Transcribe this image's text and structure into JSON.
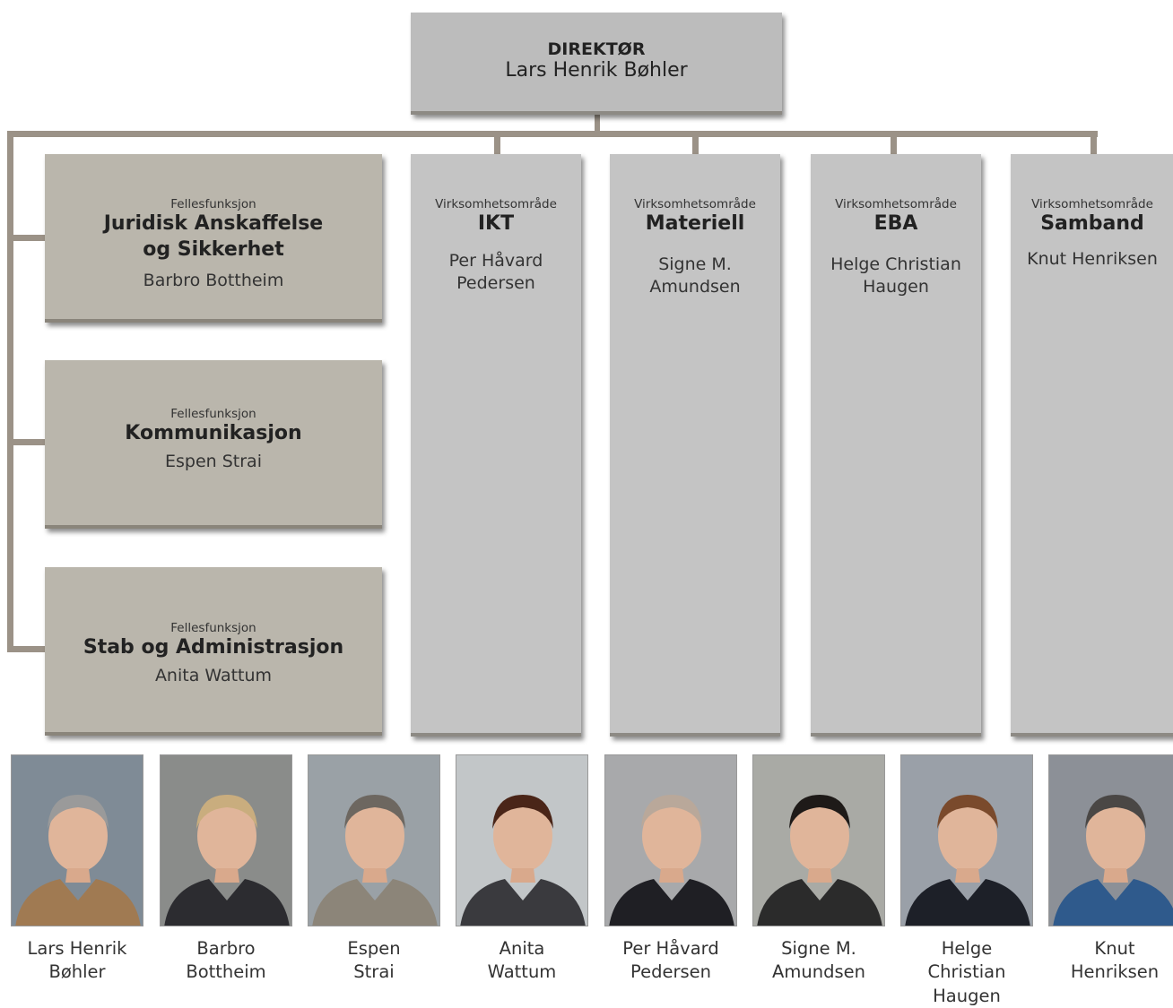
{
  "director": {
    "title": "DIREKTØR",
    "name": "Lars Henrik Bøhler"
  },
  "staff_units": [
    {
      "category": "Fellesfunksjon",
      "name": "Juridisk Anskaffelse og Sikkerhet",
      "leader": "Barbro Bottheim"
    },
    {
      "category": "Fellesfunksjon",
      "name": "Kommunikasjon",
      "leader": "Espen Strai"
    },
    {
      "category": "Fellesfunksjon",
      "name": "Stab og Administrasjon",
      "leader": "Anita Wattum"
    }
  ],
  "business_areas": [
    {
      "category": "Virksomhetsområde",
      "name": "IKT",
      "leader": "Per Håvard Pedersen"
    },
    {
      "category": "Virksomhetsområde",
      "name": "Materiell",
      "leader": "Signe M. Amundsen"
    },
    {
      "category": "Virksomhetsområde",
      "name": "EBA",
      "leader": "Helge Christian Haugen"
    },
    {
      "category": "Virksomhetsområde",
      "name": "Samband",
      "leader": "Knut Henriksen"
    }
  ],
  "portraits": [
    {
      "caption": "Lars Henrik\nBøhler",
      "bg": "#7f8b96",
      "suit": "#a07a52",
      "hair": "#9a9a9a"
    },
    {
      "caption": "Barbro\nBottheim",
      "bg": "#8a8c8a",
      "suit": "#2c2c30",
      "hair": "#c9ad7e"
    },
    {
      "caption": "Espen\nStrai",
      "bg": "#9aa1a6",
      "suit": "#8c8579",
      "hair": "#6d6760"
    },
    {
      "caption": "Anita\nWattum",
      "bg": "#c2c6c8",
      "suit": "#3a3a3e",
      "hair": "#4a2518"
    },
    {
      "caption": "Per Håvard\nPedersen",
      "bg": "#a8a9ab",
      "suit": "#1f1f24",
      "hair": "#b9a89a"
    },
    {
      "caption": "Signe M.\nAmundsen",
      "bg": "#a9aaa5",
      "suit": "#2b2b2b",
      "hair": "#1e1a18"
    },
    {
      "caption": "Helge\nChristian\nHaugen",
      "bg": "#9aa0a8",
      "suit": "#1d2028",
      "hair": "#7a4a2c"
    },
    {
      "caption": "Knut\nHenriksen",
      "bg": "#8c9097",
      "suit": "#2f5a8c",
      "hair": "#4a4745"
    }
  ]
}
